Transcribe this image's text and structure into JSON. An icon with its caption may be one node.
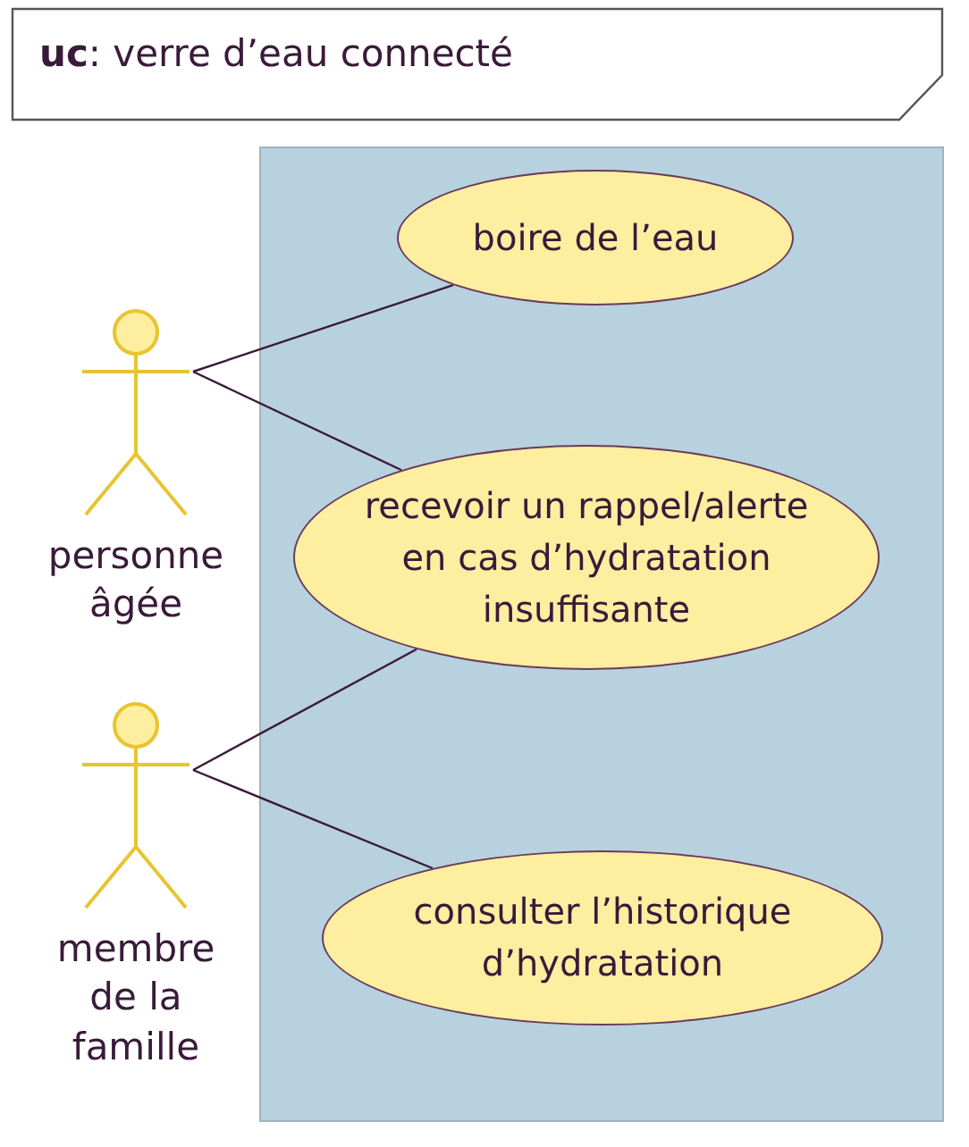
{
  "diagram": {
    "title": "**uc**: verre d’eau connecté",
    "nodes": [
      {
        "text": [],
        "shape": "box"
      },
      {
        "text": [
          "personne âgée"
        ]
      },
      {
        "text": [
          "boire de l’eau"
        ],
        "in": 0
      },
      {
        "text": [
          "recevoir un rappel/alerte en cas d’hydratation insuffisante"
        ],
        "in": 0
      },
      {
        "text": [
          "membre de la famille"
        ]
      },
      {
        "text": [
          "consulter l’historique d’hydratation"
        ],
        "in": 0
      }
    ],
    "edges": [
      {
        "from": 1,
        "to": 2,
        "arrow": "none"
      },
      {
        "from": 1,
        "to": 3,
        "arrow": "none"
      },
      {
        "from": 4,
        "to": 3,
        "arrow": "none"
      },
      {
        "from": 4,
        "to": 5,
        "arrow": "none"
      }
    ]
  }
}
